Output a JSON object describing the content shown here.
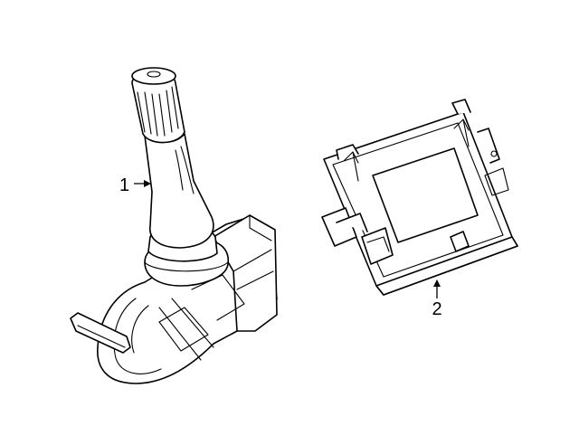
{
  "callouts": [
    {
      "number": "1",
      "part": "tire-pressure-sensor"
    },
    {
      "number": "2",
      "part": "tpms-control-module"
    }
  ],
  "colors": {
    "line": "#000000",
    "background": "#ffffff"
  }
}
